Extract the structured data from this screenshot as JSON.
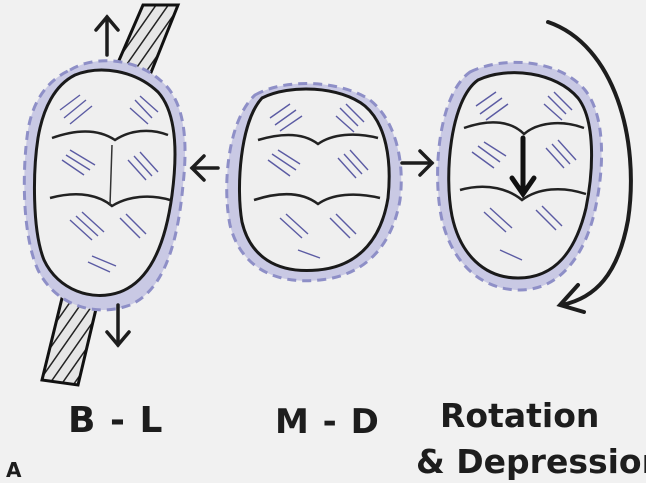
{
  "figure": {
    "panel_letter": "A",
    "labels": {
      "buccolingual": "B - L",
      "mesiodistal": "M - D",
      "rotation_line1": "Rotation",
      "rotation_line2": "& Depression"
    }
  },
  "colors": {
    "background": "#f1f1f1",
    "ink": "#1d1d1d",
    "shadow_blue": "#8e8fc7"
  },
  "icons": [
    "up-arrow-icon",
    "down-arrow-icon",
    "left-arrow-icon",
    "right-arrow-icon",
    "curved-rotation-arrow-icon",
    "depression-arrow-icon"
  ]
}
